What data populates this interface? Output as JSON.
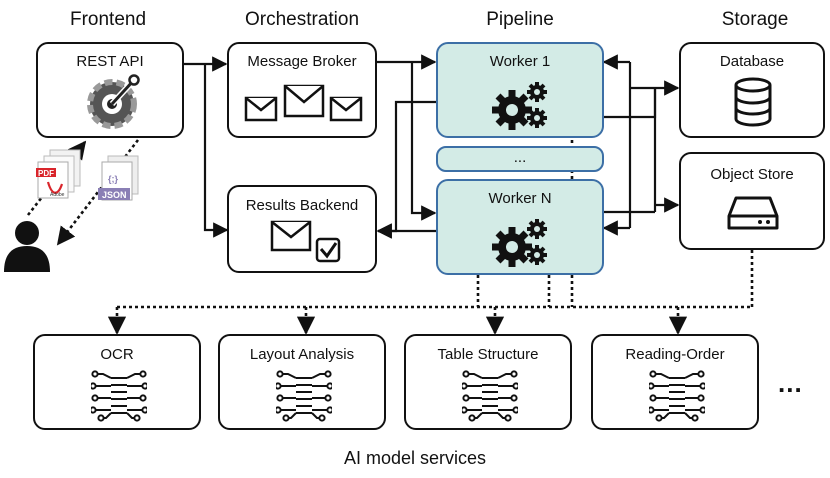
{
  "columns": {
    "frontend": "Frontend",
    "orchestration": "Orchestration",
    "pipeline": "Pipeline",
    "storage": "Storage"
  },
  "frontend": {
    "rest_api": "REST API"
  },
  "orchestration": {
    "message_broker": "Message Broker",
    "results_backend": "Results Backend"
  },
  "pipeline": {
    "worker_1": "Worker 1",
    "worker_middle": "...",
    "worker_n": "Worker N"
  },
  "storage": {
    "database": "Database",
    "object_store": "Object Store"
  },
  "documents": {
    "pdf": "PDF",
    "adobe": "Adobe",
    "json": "JSON",
    "json_braces": "{;}"
  },
  "services": [
    {
      "label": "OCR"
    },
    {
      "label": "Layout Analysis"
    },
    {
      "label": "Table Structure"
    },
    {
      "label": "Reading-Order"
    }
  ],
  "services_more": "...",
  "footer_label": "AI model services",
  "colors": {
    "worker_fill": "#d3ebe6",
    "worker_border": "#3c6fa6",
    "line": "#111111",
    "pdf_red": "#d9252b",
    "json_purple": "#8a7fb5"
  },
  "icons": {
    "rest_api": "api-gauge-icon",
    "message_broker": "envelopes-icon",
    "results_backend": "envelope-check-icon",
    "workers": "gears-icon",
    "database": "database-cylinder-icon",
    "object_store": "hard-drive-icon",
    "services": "neural-chip-icon",
    "user": "user-silhouette-icon"
  }
}
